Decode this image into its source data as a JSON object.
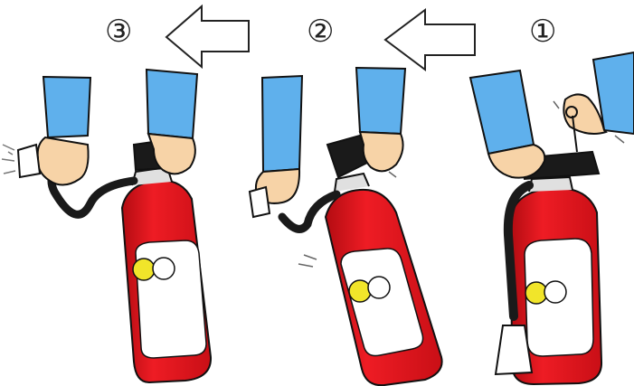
{
  "steps": [
    {
      "number": "①"
    },
    {
      "number": "②"
    },
    {
      "number": "③"
    }
  ],
  "colors": {
    "sleeve": "#5fb0ec",
    "skin": "#f7d3a7",
    "extinguisher": "#e4141c",
    "label": "#ffffff",
    "gauge_yellow": "#f1e52a",
    "hose": "#1a1a1a",
    "outline": "#111111"
  },
  "icons": [
    "left-arrow-icon",
    "fire-extinguisher-icon",
    "hand-icon",
    "safety-pin-icon",
    "spray-lines-icon"
  ]
}
